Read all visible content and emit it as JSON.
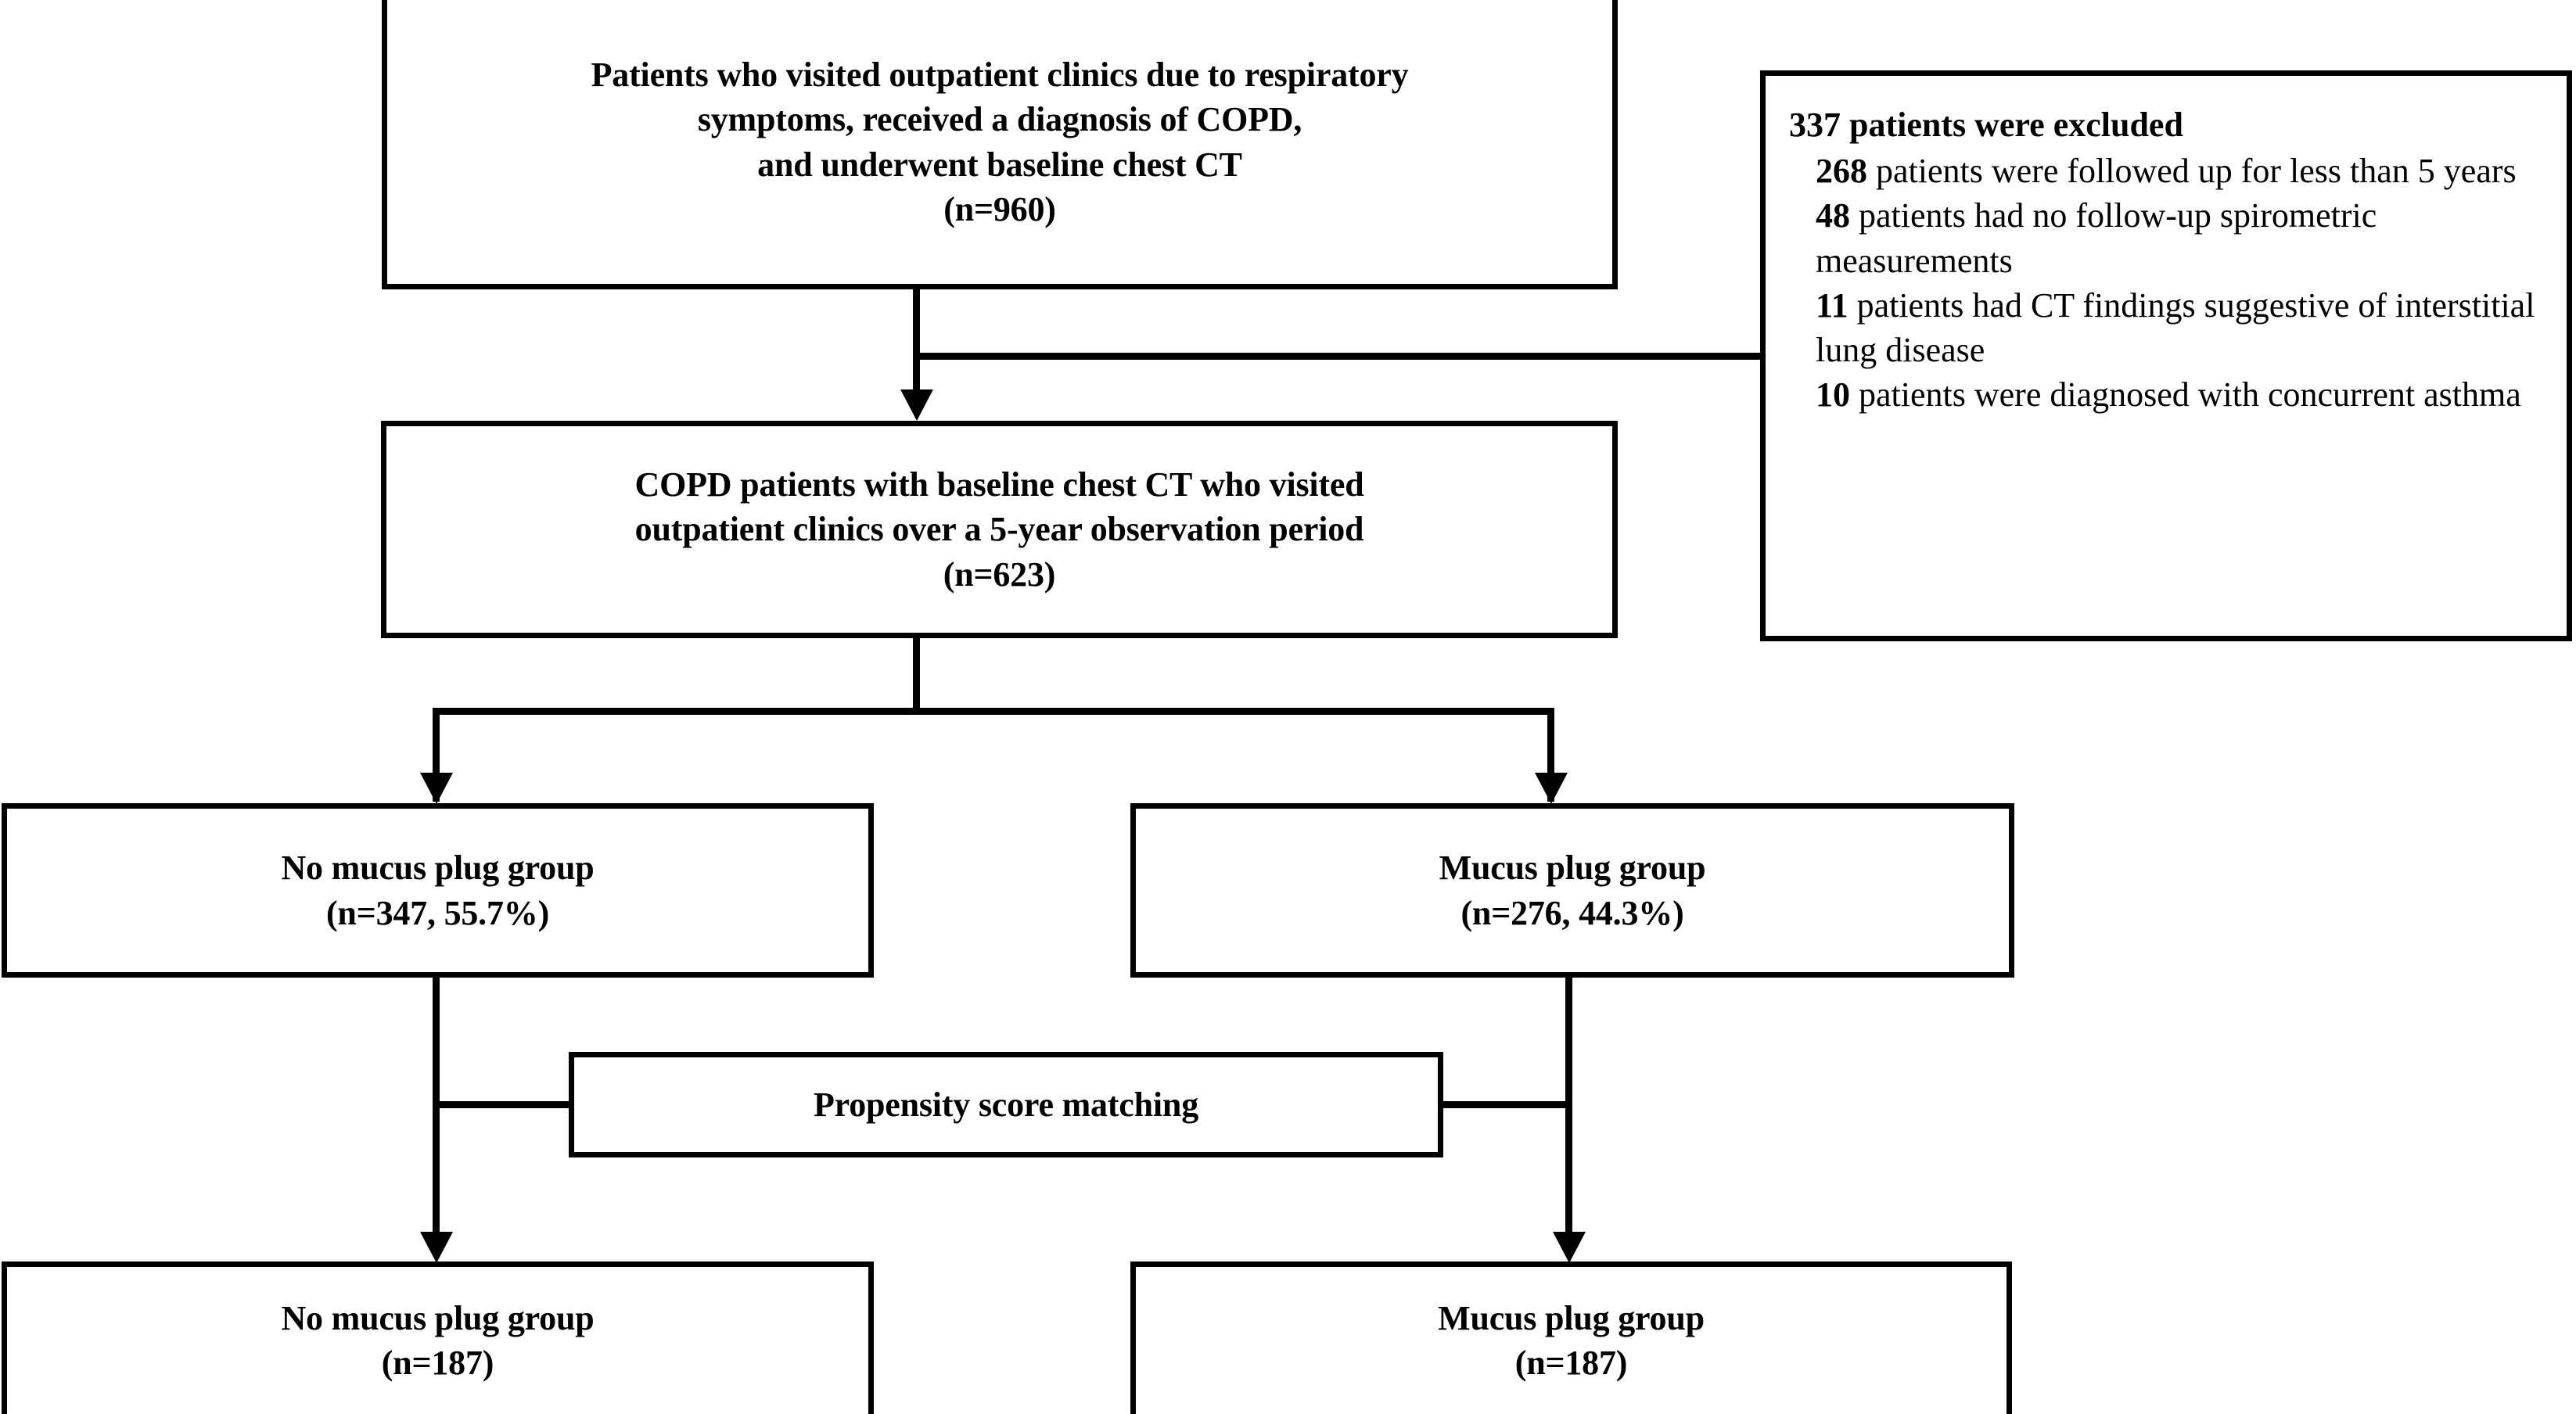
{
  "diagram": {
    "title": "COPD mucus plug study participant flow diagram",
    "line_color": "#000000",
    "background_color": "#ffffff"
  },
  "boxes": {
    "enrollment": {
      "line1": "Patients who visited outpatient clinics due to respiratory",
      "line2": "symptoms, received a diagnosis of COPD,",
      "line3": "and underwent baseline chest CT",
      "line4": "(n=960)",
      "n": 960
    },
    "eligible": {
      "line1": "COPD patients with baseline chest CT who visited",
      "line2": "outpatient clinics over a 5-year observation period",
      "line3": "(n=623)",
      "n": 623
    },
    "exclusion": {
      "heading": "337 patients were excluded",
      "total": 337,
      "items": [
        {
          "count": "268",
          "text": " patients were followed up for less than 5 years"
        },
        {
          "count": "48",
          "text": " patients had no follow-up spirometric measurements"
        },
        {
          "count": "11",
          "text": " patients had CT findings suggestive of interstitial lung disease"
        },
        {
          "count": "10",
          "text": " patients were diagnosed with concurrent asthma"
        }
      ]
    },
    "no_mucus_pre": {
      "line1": "No mucus plug group",
      "line2": "(n=347, 55.7%)",
      "n": 347,
      "percent": "55.7%"
    },
    "mucus_pre": {
      "line1": "Mucus plug group",
      "line2": "(n=276, 44.3%)",
      "n": 276,
      "percent": "44.3%"
    },
    "matching": {
      "label": "Propensity score matching"
    },
    "no_mucus_post": {
      "line1": "No mucus plug group",
      "line2": "(n=187)",
      "n": 187
    },
    "mucus_post": {
      "line1": "Mucus plug group",
      "line2": "(n=187)",
      "n": 187
    }
  }
}
